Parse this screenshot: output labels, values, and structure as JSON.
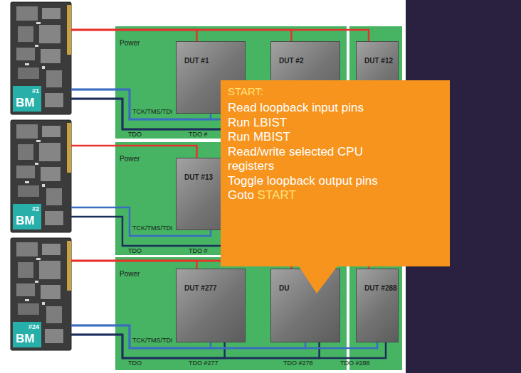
{
  "diagram": {
    "nodes": [
      {
        "text": [
          "#1",
          "BM"
        ]
      },
      {
        "text": [
          "Power"
        ]
      },
      {
        "text": [
          "DUT #1"
        ],
        "in": 1
      },
      {
        "text": [
          "DUT #2"
        ],
        "in": 1
      },
      {
        "text": [
          "DUT #12"
        ],
        "in": 1
      },
      {
        "text": [
          "#2",
          "BM"
        ]
      },
      {
        "text": [
          "Power"
        ]
      },
      {
        "text": [
          "DUT #13"
        ],
        "in": 6
      },
      {
        "text": [
          "#24",
          "BM"
        ]
      },
      {
        "text": [
          "Power"
        ]
      },
      {
        "text": [
          "DUT #277"
        ],
        "in": 9
      },
      {
        "text": [
          "DU"
        ],
        "in": 9
      },
      {
        "text": [
          "DUT #288"
        ],
        "in": 9
      },
      {
        "text": [
          "START:",
          "Read loopback input pins",
          "Run LBIST",
          "Run MBIST",
          "Read/write selected CPU registers",
          "Toggle loopback output pins",
          "Goto",
          "START"
        ]
      }
    ],
    "edges": [
      {
        "from": 0,
        "to": 2,
        "arrow": "none"
      },
      {
        "from": 0,
        "to": 2,
        "arrow": "none"
      },
      {
        "from": 2,
        "to": 0,
        "arrow": "none"
      },
      {
        "from": 0,
        "to": 3,
        "arrow": "none"
      },
      {
        "from": 0,
        "to": 3,
        "arrow": "none"
      },
      {
        "from": 3,
        "to": 0,
        "arrow": "none"
      },
      {
        "from": 0,
        "to": 4,
        "arrow": "none"
      },
      {
        "from": 0,
        "to": 4,
        "arrow": "none"
      },
      {
        "from": 4,
        "to": 0,
        "arrow": "none"
      },
      {
        "from": 5,
        "to": 7,
        "arrow": "none"
      },
      {
        "from": 5,
        "to": 7,
        "arrow": "none"
      },
      {
        "from": 7,
        "to": 5,
        "arrow": "none"
      },
      {
        "from": 8,
        "to": 10,
        "arrow": "none"
      },
      {
        "from": 8,
        "to": 10,
        "arrow": "none"
      },
      {
        "from": 10,
        "to": 8,
        "arrow": "none"
      },
      {
        "from": 8,
        "to": 11,
        "arrow": "none"
      },
      {
        "from": 8,
        "to": 11,
        "arrow": "none"
      },
      {
        "from": 11,
        "to": 8,
        "arrow": "none"
      },
      {
        "from": 8,
        "to": 12,
        "arrow": "none"
      },
      {
        "from": 8,
        "to": 12,
        "arrow": "none"
      },
      {
        "from": 12,
        "to": 8,
        "arrow": "none"
      }
    ],
    "labels": [
      "TCK/TMS/TDI",
      "TDO",
      "TDO #",
      "TCK/TMS/TDI",
      "TDO",
      "TDO #",
      "TCK/TMS/TDI",
      "TDO",
      "TDO #277",
      "TDO #278",
      "TDO #288"
    ]
  }
}
